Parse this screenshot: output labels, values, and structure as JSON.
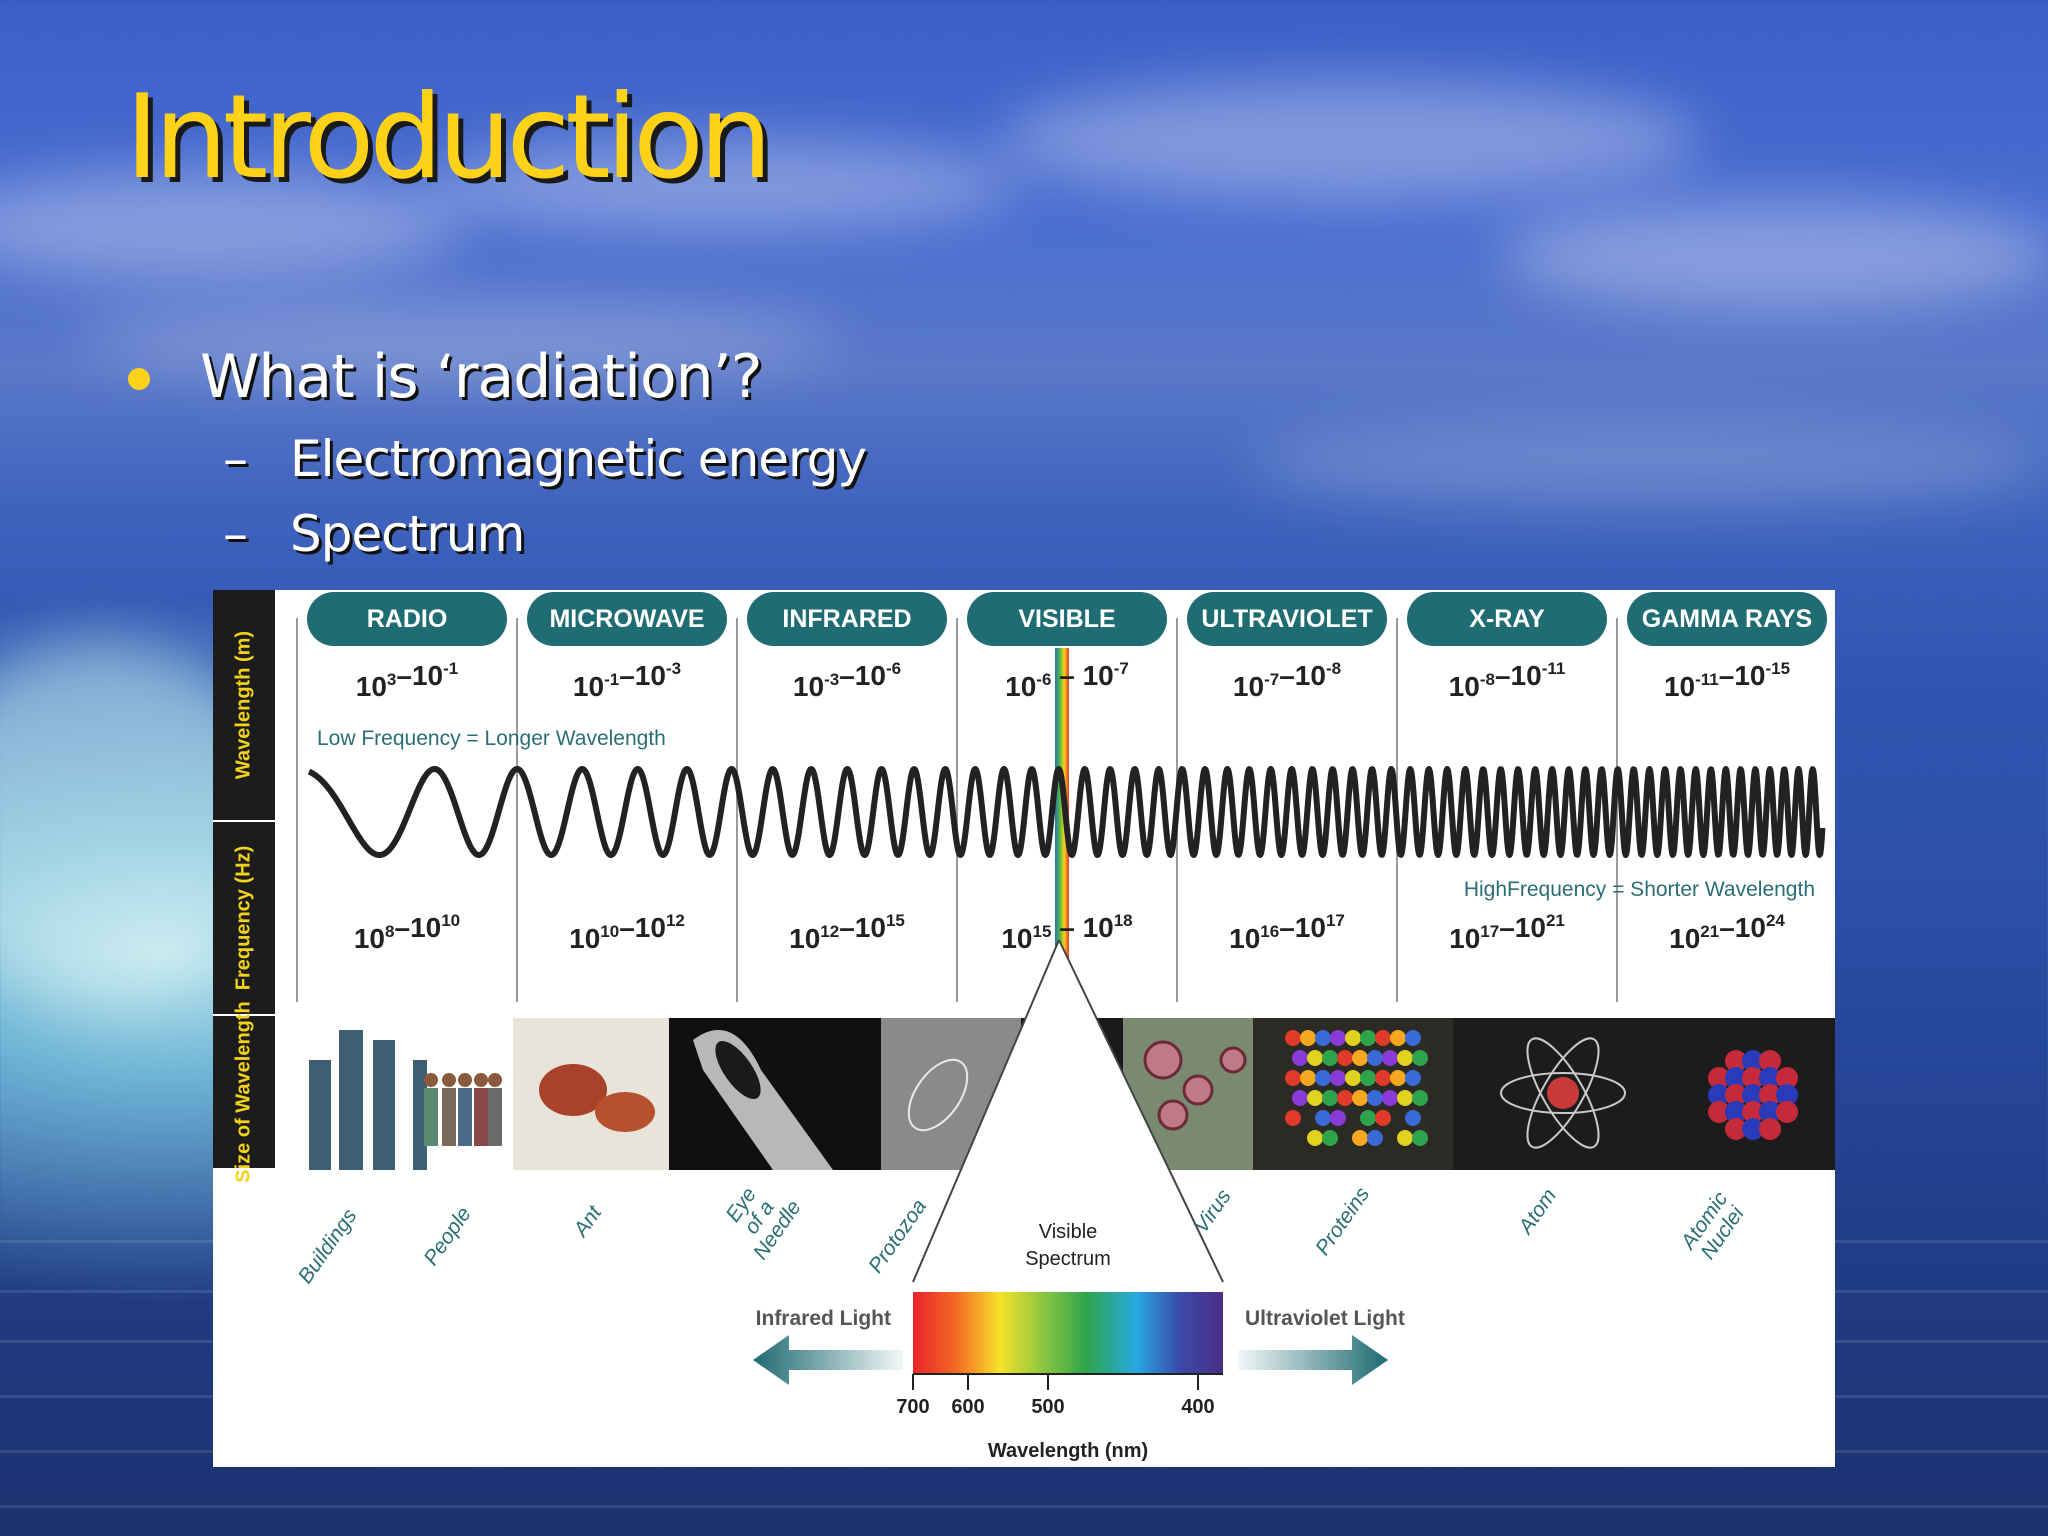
{
  "slide": {
    "title": "Introduction",
    "bullet": "What is ‘radiation’?",
    "sub_bullets": [
      "Electromagnetic energy",
      "Spectrum"
    ]
  },
  "figure": {
    "side_labels": [
      "Wavelength (m)",
      "Frequency (Hz)",
      "Size of Wavelength"
    ],
    "bands": [
      {
        "name": "RADIO",
        "wl_base": [
          "10",
          "10"
        ],
        "wl_exp": [
          "3",
          "-1"
        ],
        "fr_base": [
          "10",
          "10"
        ],
        "fr_exp": [
          "8",
          "10"
        ]
      },
      {
        "name": "MICROWAVE",
        "wl_base": [
          "10",
          "10"
        ],
        "wl_exp": [
          "-1",
          "-3"
        ],
        "fr_base": [
          "10",
          "10"
        ],
        "fr_exp": [
          "10",
          "12"
        ]
      },
      {
        "name": "INFRARED",
        "wl_base": [
          "10",
          "10"
        ],
        "wl_exp": [
          "-3",
          "-6"
        ],
        "fr_base": [
          "10",
          "10"
        ],
        "fr_exp": [
          "12",
          "15"
        ]
      },
      {
        "name": "VISIBLE",
        "wl_base": [
          "10",
          "10"
        ],
        "wl_exp": [
          "-6",
          "-7"
        ],
        "fr_base": [
          "10",
          "10"
        ],
        "fr_exp": [
          "15",
          "18"
        ]
      },
      {
        "name": "ULTRAVIOLET",
        "wl_base": [
          "10",
          "10"
        ],
        "wl_exp": [
          "-7",
          "-8"
        ],
        "fr_base": [
          "10",
          "10"
        ],
        "fr_exp": [
          "16",
          "17"
        ]
      },
      {
        "name": "X-RAY",
        "wl_base": [
          "10",
          "10"
        ],
        "wl_exp": [
          "-8",
          "-11"
        ],
        "fr_base": [
          "10",
          "10"
        ],
        "fr_exp": [
          "17",
          "21"
        ]
      },
      {
        "name": "GAMMA RAYS",
        "wl_base": [
          "10",
          "10"
        ],
        "wl_exp": [
          "-11",
          "-15"
        ],
        "fr_base": [
          "10",
          "10"
        ],
        "fr_exp": [
          "21",
          "24"
        ]
      }
    ],
    "low_freq_note": "Low Frequency = Longer Wavelength",
    "high_freq_note": "HighFrequency = Shorter Wavelength",
    "size_labels": [
      "Buildings",
      "People",
      "Ant",
      "Eye of a Needle",
      "Protozoa",
      "Virus",
      "Proteins",
      "Atom",
      "Atomic Nuclei"
    ],
    "visible_spectrum_label": [
      "Visible",
      "Spectrum"
    ],
    "infrared_light": "Infrared Light",
    "ultraviolet_light": "Ultraviolet Light",
    "wavelength_ticks": [
      "700",
      "600",
      "500",
      "400"
    ],
    "wavelength_axis": "Wavelength (nm)",
    "colors": {
      "band_header": "#1f6d72",
      "side_label_bg": "#1c1c1c",
      "side_label_text": "#f2d21b",
      "note_text": "#2a6e75",
      "title": "#ffd21a"
    }
  }
}
